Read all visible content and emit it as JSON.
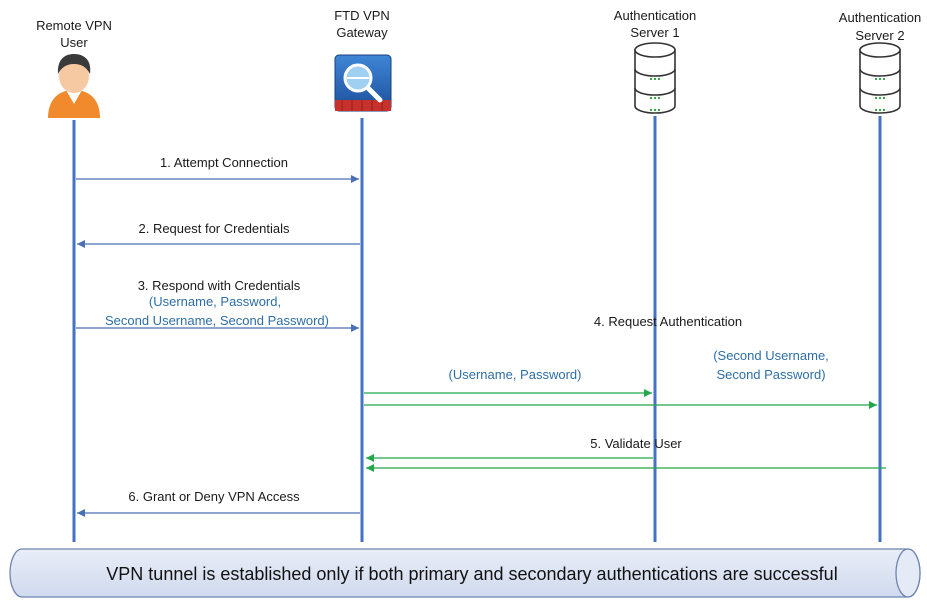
{
  "actors": {
    "user": {
      "line1": "Remote VPN",
      "line2": "User"
    },
    "gateway": {
      "line1": "FTD VPN",
      "line2": "Gateway"
    },
    "auth1": {
      "line1": "Authentication",
      "line2": "Server 1"
    },
    "auth2": {
      "line1": "Authentication",
      "line2": "Server 2"
    }
  },
  "messages": {
    "m1": "1. Attempt Connection",
    "m2": "2. Request for Credentials",
    "m3": "3. Respond with Credentials",
    "m3_detail1": "(Username, Password,",
    "m3_detail2": "Second Username, Second Password)",
    "m4": "4. Request  Authentication",
    "m4_primary": "(Username, Password)",
    "m4_secondary1": "(Second Username,",
    "m4_secondary2": "Second Password)",
    "m5": "5. Validate  User",
    "m6": "6. Grant or Deny VPN Access"
  },
  "banner": {
    "text": "VPN tunnel is established only if both primary and secondary authentications are successful"
  },
  "icons": {
    "user": "person-avatar-icon",
    "gateway": "firewall-gateway-icon",
    "auth1": "database-server-icon",
    "auth2": "database-server-icon"
  },
  "colors": {
    "lifeline": "#4472c4",
    "arrow_blue": "#4a6fb5",
    "arrow_green": "#22a84a",
    "label_blue": "#2e6ea6",
    "banner_fill": "#dde5f3",
    "banner_stroke": "#6f84b0"
  }
}
